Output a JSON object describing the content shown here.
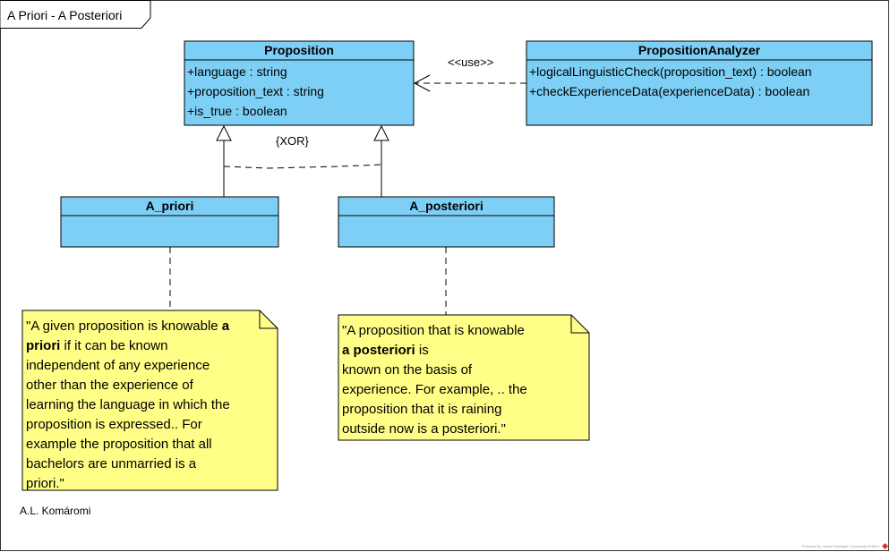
{
  "diagram": {
    "title": "A Priori - A Posteriori",
    "author": "A.L. Komáromi",
    "powered_by": "Powered By  Visual Paradigm Community Edition",
    "colors": {
      "class_fill": "#7dcff5",
      "note_fill": "#ffff88",
      "stroke": "#000000"
    }
  },
  "classes": {
    "proposition": {
      "name": "Proposition",
      "attributes": [
        "+language : string",
        "+proposition_text : string",
        "+is_true : boolean"
      ]
    },
    "analyzer": {
      "name": "PropositionAnalyzer",
      "operations": [
        "+logicalLinguisticCheck(proposition_text) : boolean",
        "+checkExperienceData(experienceData) : boolean"
      ]
    },
    "a_priori": {
      "name": "A_priori"
    },
    "a_posteriori": {
      "name": "A_posteriori"
    }
  },
  "relations": {
    "use_label": "<<use>>",
    "xor_label": "{XOR}"
  },
  "notes": {
    "a_priori": {
      "l1a": "\"A given proposition is knowable ",
      "l1b": "a",
      "l2a": "priori",
      "l2b": " if  it can be known",
      "lines": [
        "independent of any experience",
        "other than the experience of",
        "learning the language in which the",
        "proposition is expressed.. For",
        "example the proposition that all",
        "bachelors are unmarried is a",
        "priori.\""
      ]
    },
    "a_posteriori": {
      "l1": "\"A proposition that is knowable",
      "l2": "a posteriori",
      "l2b": " is",
      "lines": [
        "known on the basis of",
        "experience. For example, .. the",
        "proposition that it is raining",
        "outside now is a posteriori.\""
      ]
    }
  }
}
